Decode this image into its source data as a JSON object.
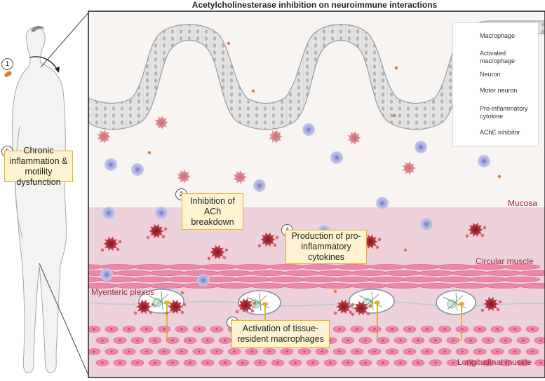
{
  "title": "Acetylcholinesterase inhibition on neuroimmune interactions",
  "steps": [
    {
      "num": "1"
    },
    {
      "num": "2",
      "label": "Inhibition of ACh breakdown"
    },
    {
      "num": "3",
      "label": "Activation of tissue-resident macrophages"
    },
    {
      "num": "4",
      "label": "Production of pro-inflammatory cytokines"
    },
    {
      "num": "5",
      "label": "Chronic inflammation & motility dysfunction"
    }
  ],
  "layers": {
    "mucosa": "Mucosa",
    "circular_muscle": "Circular muscle",
    "myenteric_plexus": "Myenteric plexus",
    "longitudinal_muscle": "Longitudinal muscle"
  },
  "legend": [
    {
      "label": "Macrophage",
      "icon": "macrophage-icon"
    },
    {
      "label": "Activated macrophage",
      "icon": "activated-macrophage-icon"
    },
    {
      "label": "Neuron",
      "icon": "neuron-icon"
    },
    {
      "label": "Motor neuron",
      "icon": "motor-neuron-icon"
    },
    {
      "label": "Pro-inflammatory cytokine",
      "icon": "cytokine-icon"
    },
    {
      "label": "AChE inhibitor",
      "icon": "ache-inhibitor-icon"
    }
  ],
  "colors": {
    "callout_border": "#e2b227",
    "callout_fill": "#fdf3d0",
    "layer_label": "#9b2d3a",
    "macrophage": "#9b9fd6",
    "activated_macrophage": "#b8333f",
    "muscle": "#ef86a8",
    "inhibitor": "#e0782c"
  }
}
